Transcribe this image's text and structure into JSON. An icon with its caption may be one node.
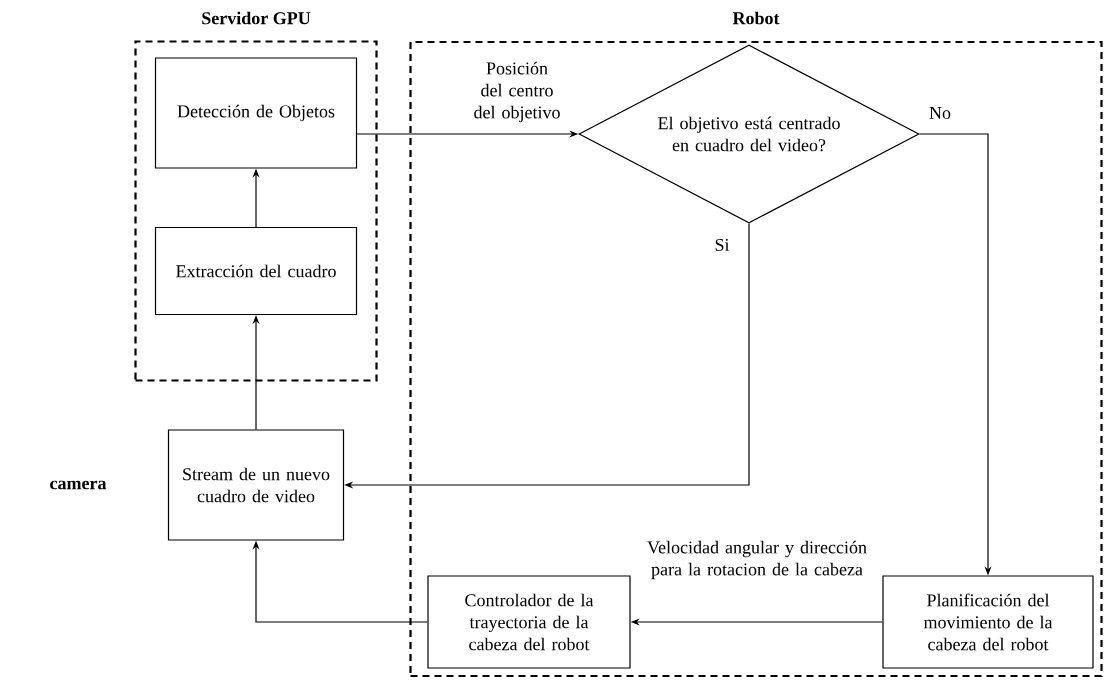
{
  "diagram": {
    "nodes": [
      {
        "text": [
          "Servidor GPU"
        ]
      },
      {
        "text": [
          "Detección de Objetos"
        ],
        "in": 0
      },
      {
        "text": [
          "Extracción del cuadro"
        ],
        "in": 0
      },
      {
        "text": [
          "Robot"
        ]
      },
      {
        "text": [
          "El objetivo está centrado en cuadro del video?"
        ],
        "in": 3
      },
      {
        "text": [
          "Stream de un nuevo cuadro de video"
        ],
        "beside": [
          "camera"
        ]
      },
      {
        "text": [
          "Controlador de la trayectoria de la cabeza del robot"
        ],
        "in": 3
      },
      {
        "text": [
          "Planificación del movimiento de la cabeza del robot"
        ],
        "in": 3
      }
    ],
    "edges": [
      {
        "from": 5,
        "to": 2,
        "arrow": "to"
      },
      {
        "from": 2,
        "to": 1,
        "arrow": "to"
      },
      {
        "from": 1,
        "to": 4,
        "arrow": "to",
        "label": "Posición del centro del objetivo"
      },
      {
        "from": 4,
        "to": 7,
        "arrow": "to",
        "label": "No"
      },
      {
        "from": 4,
        "to": 5,
        "arrow": "to",
        "label": "Si"
      },
      {
        "from": 7,
        "to": 6,
        "arrow": "to",
        "label": "Velocidad angular y dirección para la rotacion de la cabeza"
      },
      {
        "from": 6,
        "to": 5,
        "arrow": "to"
      }
    ]
  }
}
